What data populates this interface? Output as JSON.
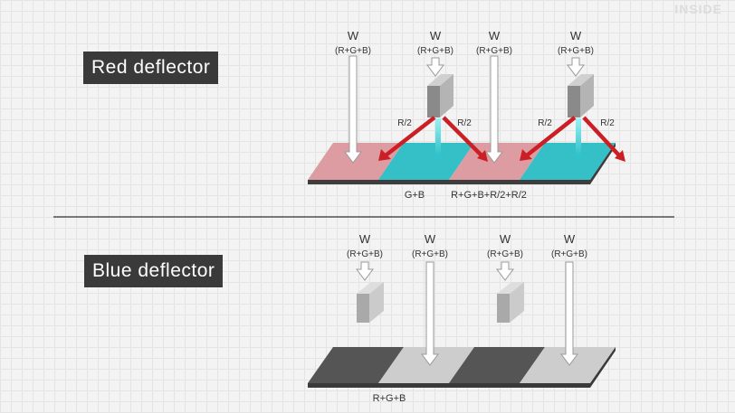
{
  "watermark": "INSIDE",
  "red_section": {
    "title": "Red deflector",
    "input_label": "W",
    "input_sub": "(R+G+B)",
    "split_label": "R/2",
    "result_left": "G+B",
    "result_right": "R+G+B+R/2+R/2",
    "colors": {
      "pink_cell": "#dd9ca2",
      "cyan_cell": "#35bfc6",
      "red_ray": "#cc1f25",
      "cyan_ray": "#4ed6dc"
    }
  },
  "blue_section": {
    "title": "Blue deflector",
    "input_label": "W",
    "input_sub": "(R+G+B)",
    "result_left": "R+G+B",
    "colors": {
      "dark_cell": "#555555",
      "light_cell": "#cdcdcd"
    }
  }
}
